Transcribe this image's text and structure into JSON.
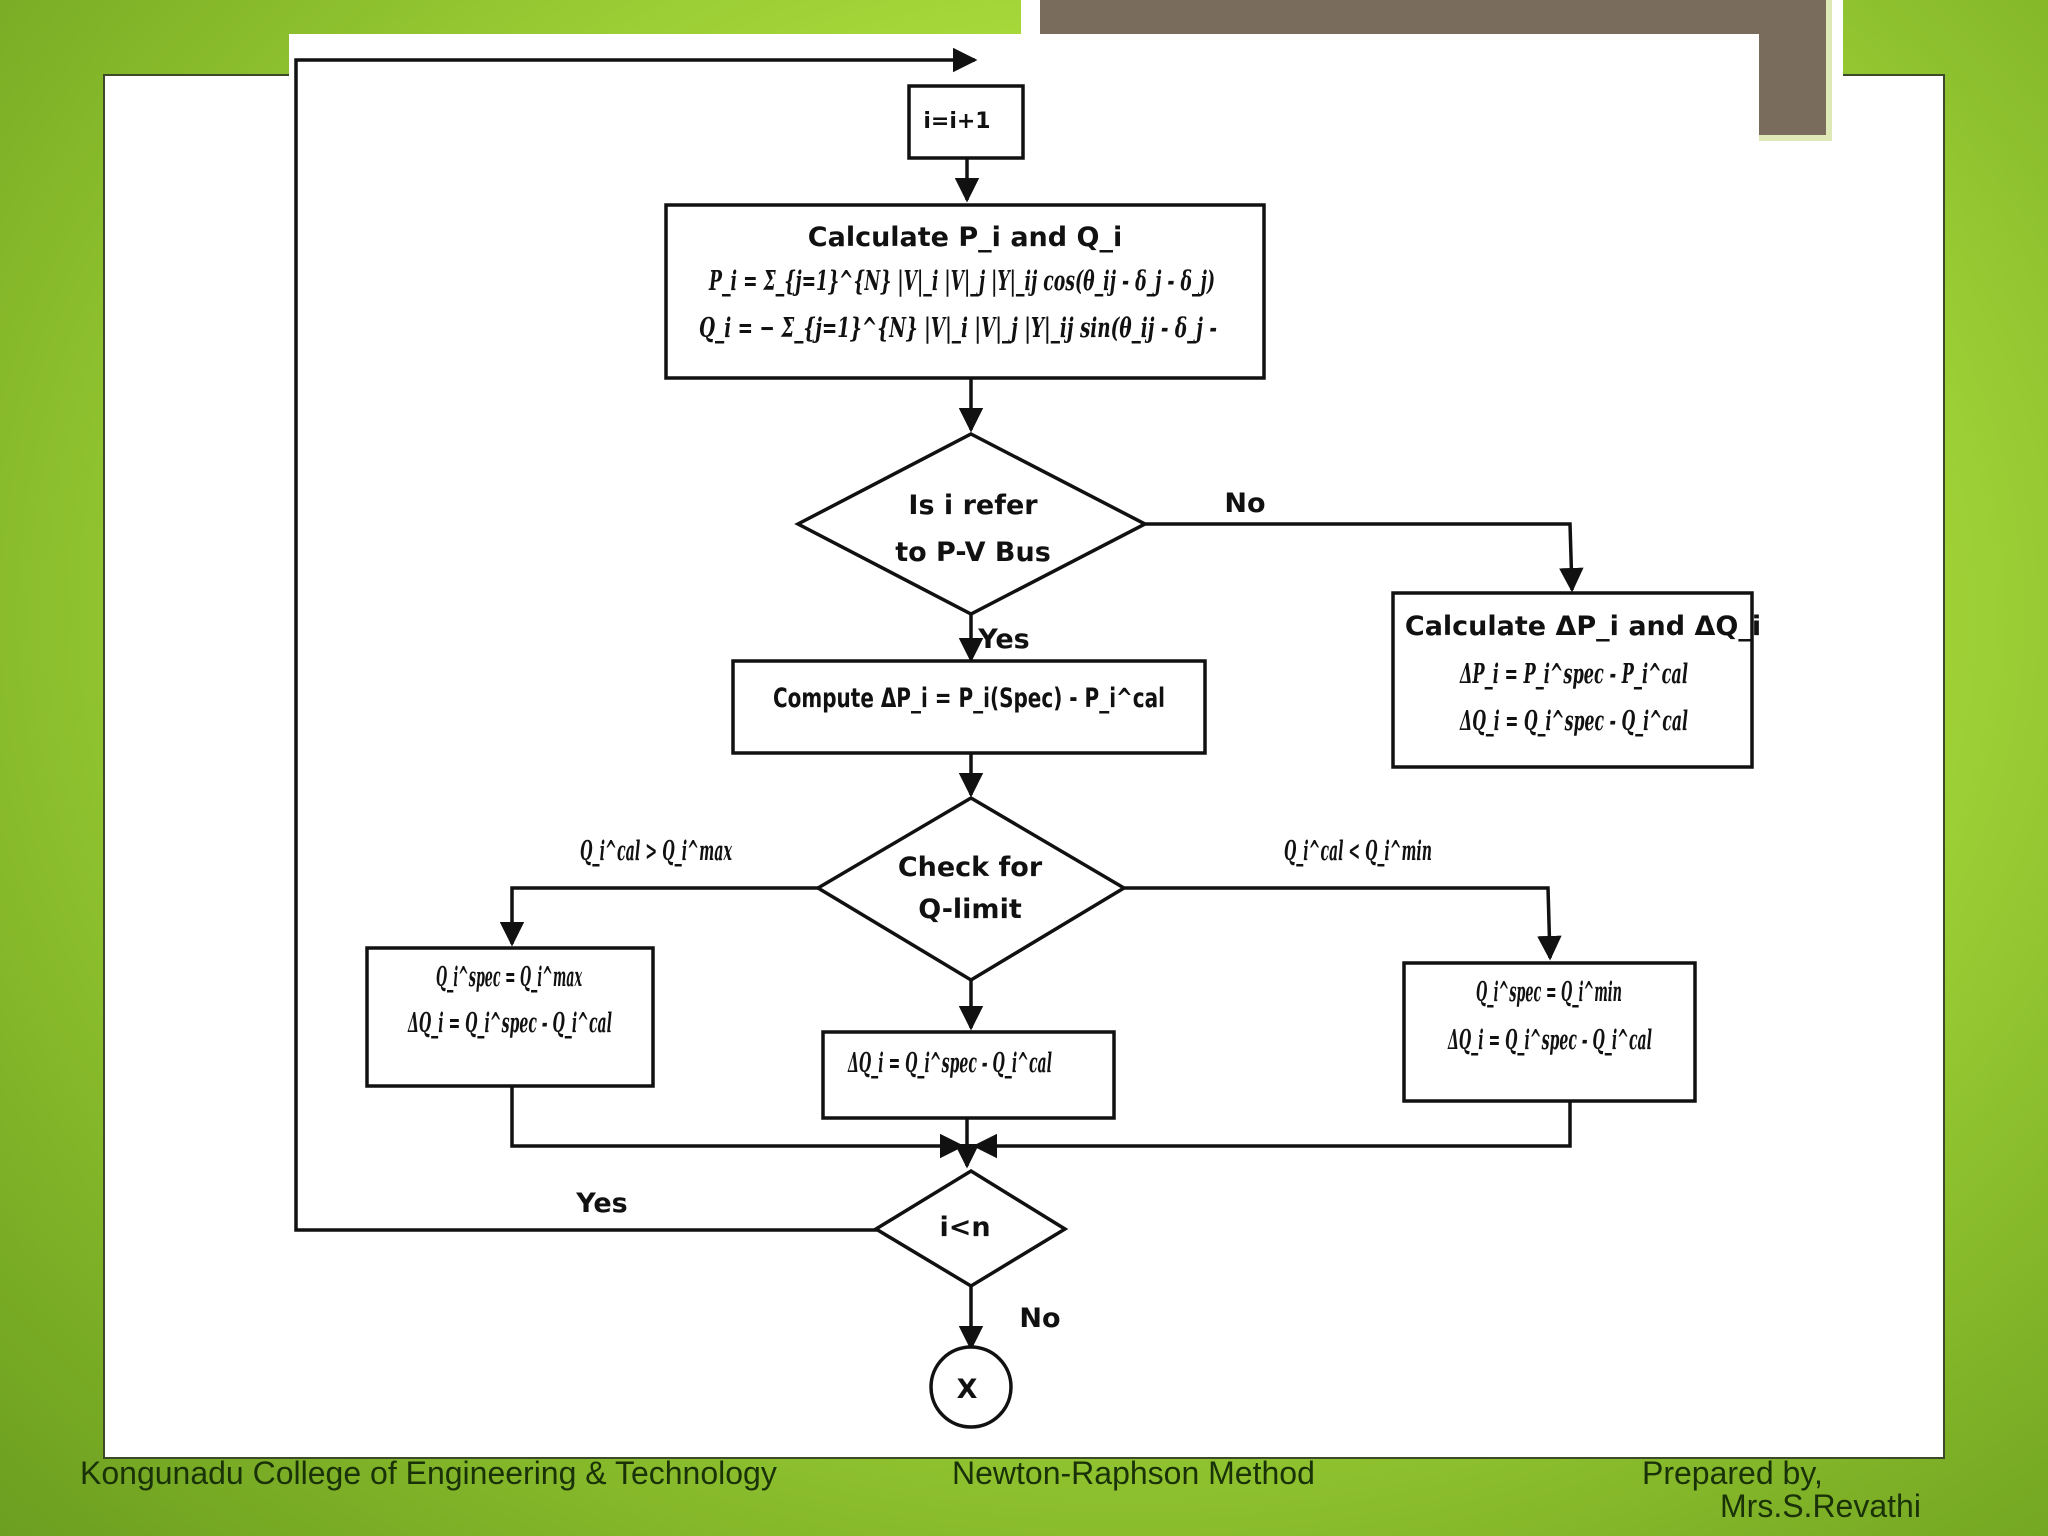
{
  "diagram": {
    "nodes": {
      "increment": "i=i+1",
      "calc_pq_title": "Calculate P_i and Q_i",
      "calc_p_formula": "P_i = Σ_{j=1}^{N} |V|_i |V|_j |Y|_ij cos(θ_ij - δ_j - δ_j)",
      "calc_q_formula": "Q_i = − Σ_{j=1}^{N} |V|_i |V|_j |Y|_ij sin(θ_ij - δ_j -",
      "pv_decision_line1": "Is i refer",
      "pv_decision_line2": "to P-V Bus",
      "compute_dp": "Compute ΔP_i = P_i(Spec) - P_i^cal",
      "calc_dpdq_title": "Calculate ΔP_i and ΔQ_i",
      "calc_dp": "ΔP_i = P_i^spec - P_i^cal",
      "calc_dq": "ΔQ_i = Q_i^spec - Q_i^cal",
      "qlimit_line1": "Check for",
      "qlimit_line2": "Q-limit",
      "qmax_set": "Q_i^spec = Q_i^max",
      "qmax_dq": "ΔQ_i = Q_i^spec - Q_i^cal",
      "qnormal_dq": "ΔQ_i = Q_i^spec - Q_i^cal",
      "qmin_set": "Q_i^spec = Q_i^min",
      "qmin_dq": "ΔQ_i = Q_i^spec - Q_i^cal",
      "loop_decision": "i<n",
      "end_connector": "X"
    },
    "edges": {
      "pv_no": "No",
      "pv_yes": "Yes",
      "q_over_max": "Q_i^cal > Q_i^max",
      "q_under_min": "Q_i^cal < Q_i^min",
      "loop_yes": "Yes",
      "loop_no": "No"
    }
  },
  "footer": {
    "college": "Kongunadu College of Engineering & Technology",
    "topic": "Newton-Raphson Method",
    "prepared_by": "Prepared by,",
    "author": "Mrs.S.Revathi"
  }
}
